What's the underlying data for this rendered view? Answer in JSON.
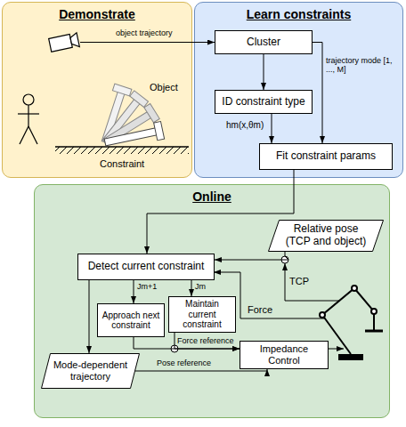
{
  "diagram": {
    "nodes": [
      {
        "text": [
          "Demonstrate"
        ]
      },
      {
        "text": [
          "Learn constraints"
        ]
      },
      {
        "text": [
          "Cluster"
        ],
        "in": 1
      },
      {
        "text": [
          "ID constraint type"
        ],
        "in": 1
      },
      {
        "text": [
          "Fit constraint params"
        ],
        "in": 1
      },
      {
        "text": [
          "Online"
        ]
      },
      {
        "text": [
          "Relative pose (TCP and object)"
        ],
        "in": 5
      },
      {
        "text": [
          "Detect current constraint"
        ],
        "in": 5
      },
      {
        "text": [
          "Approach next constraint"
        ],
        "in": 5
      },
      {
        "text": [
          "Maintain current constraint"
        ],
        "in": 5
      },
      {
        "text": [
          "Mode-dependent trajectory"
        ],
        "in": 5
      },
      {
        "text": [
          "Impedance Control"
        ],
        "in": 5
      }
    ],
    "edges": [
      {
        "from": 0,
        "to": 2,
        "arrow": "to",
        "label": "object trajectory"
      },
      {
        "from": 2,
        "to": 3,
        "arrow": "to"
      },
      {
        "from": 2,
        "to": 4,
        "arrow": "to",
        "label": "trajectory mode [1, ..., M]"
      },
      {
        "from": 3,
        "to": 4,
        "arrow": "to",
        "label": "hm(x,θm)"
      },
      {
        "from": 4,
        "to": 7,
        "arrow": "to"
      },
      {
        "from": 6,
        "to": 7,
        "arrow": "to"
      },
      {
        "from": 7,
        "to": 10,
        "arrow": "to"
      },
      {
        "from": 7,
        "to": 8,
        "arrow": "to",
        "label": "Jm+1"
      },
      {
        "from": 7,
        "to": 9,
        "arrow": "to",
        "label": "Jm"
      },
      {
        "from": 8,
        "to": 11,
        "arrow": "to",
        "label": "Force reference"
      },
      {
        "from": 9,
        "to": 11,
        "arrow": "to"
      },
      {
        "from": 10,
        "to": 11,
        "arrow": "to",
        "label": "Pose reference"
      }
    ],
    "labels": [
      "Object",
      "Constraint",
      "TCP",
      "Force"
    ]
  }
}
